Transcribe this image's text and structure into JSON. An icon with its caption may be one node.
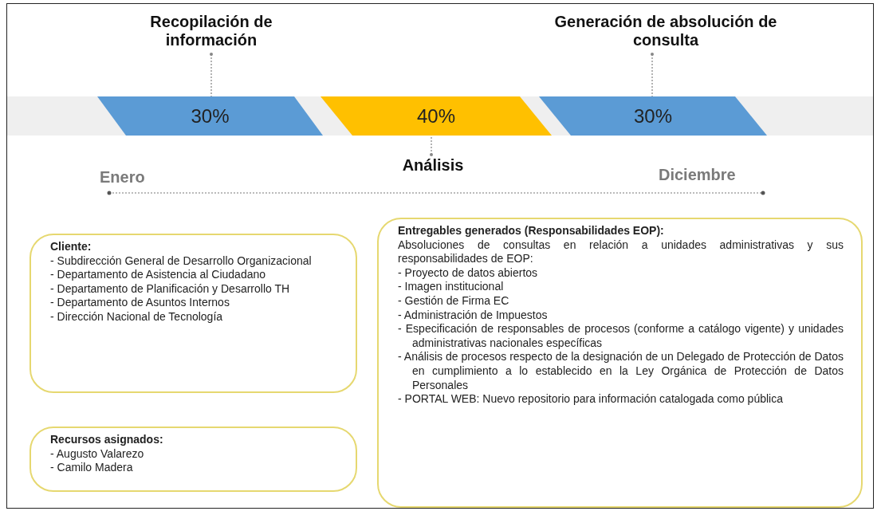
{
  "diagram": {
    "nodes": [
      {
        "text": [
          "Recopilación de información"
        ]
      },
      {
        "text": [
          "30%"
        ]
      },
      {
        "text": [
          "40%"
        ]
      },
      {
        "text": [
          "30%"
        ]
      },
      {
        "text": [
          "Generación de absolución de consulta"
        ]
      },
      {
        "text": [
          "Análisis"
        ]
      },
      {
        "text": [
          "Cliente:",
          "- Subdirección General de Desarrollo Organizacional",
          "- Departamento de Asistencia al Ciudadano",
          "- Departamento de Planificación y Desarrollo TH",
          "- Departamento de Asuntos Internos",
          "- Dirección Nacional de Tecnología"
        ]
      },
      {
        "text": [
          "Recursos asignados:",
          "- Augusto Valarezo",
          "- Camilo Madera"
        ]
      },
      {
        "text": [
          "Entregables generados (Responsabilidades EOP):",
          "Absoluciones de consultas en relación a unidades administrativas y sus responsabilidades de EOP:",
          "- Proyecto de datos abiertos",
          "- Imagen institucional",
          "- Gestión de Firma EC",
          "- Administración de Impuestos",
          "- Especificación de responsables de procesos (conforme a catálogo vigente) y unidades administrativas nacionales específicas",
          "- Análisis de procesos respecto de la designación de un Delegado de Protección de Datos en cumplimiento a lo establecido en la Ley Orgánica de Protección de Datos Personales",
          "- PORTAL WEB: Nuevo repositorio para información catalogada como pública"
        ]
      }
    ],
    "edges": [
      {
        "from": 0,
        "to": 1,
        "arrow": "other",
        "style": "dashed"
      },
      {
        "from": 4,
        "to": 3,
        "arrow": "other",
        "style": "dashed"
      },
      {
        "from": 5,
        "to": 2,
        "arrow": "other",
        "style": "dashed"
      }
    ],
    "labels": [
      "Enero",
      "Diciembre"
    ]
  }
}
